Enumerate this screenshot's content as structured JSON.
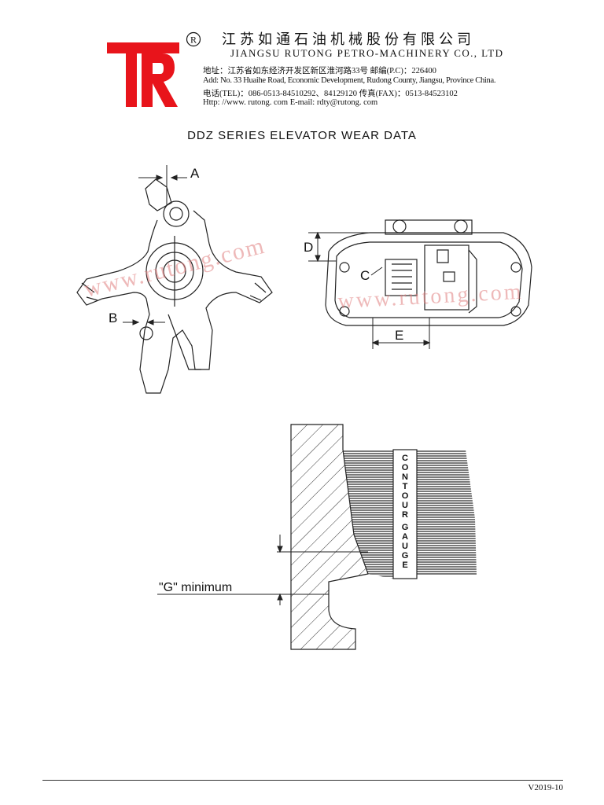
{
  "header": {
    "company_cn": "江苏如通石油机械股份有限公司",
    "company_en": "JIANGSU RUTONG PETRO-MACHINERY CO., LTD",
    "address_cn": "地址：江苏省如东经济开发区新区淮河路33号  邮编(P.C)：226400",
    "address_en": "Add: No. 33 Huaihe Road, Economic Development, Rudong County, Jiangsu, Province China.",
    "phone": "电话(TEL)：086-0513-84510292、84129120  传真(FAX)：0513-84523102",
    "web": "Http: //www. rutong. com    E-mail: rdty@rutong. com",
    "registered_mark": "R"
  },
  "document": {
    "title": "DDZ SERIES ELEVATOR WEAR DATA"
  },
  "diagram": {
    "label_a": "A",
    "label_b": "B",
    "label_d": "D",
    "label_c": "C",
    "label_e": "E",
    "gauge_text": "CONTOUR GAUGE",
    "g_min": "\"G\"  minimum",
    "watermark": "www.rutong.com"
  },
  "footer": {
    "version": "V2019-10"
  },
  "colors": {
    "logo_red": "#e8141b",
    "watermark": "#e08080"
  }
}
